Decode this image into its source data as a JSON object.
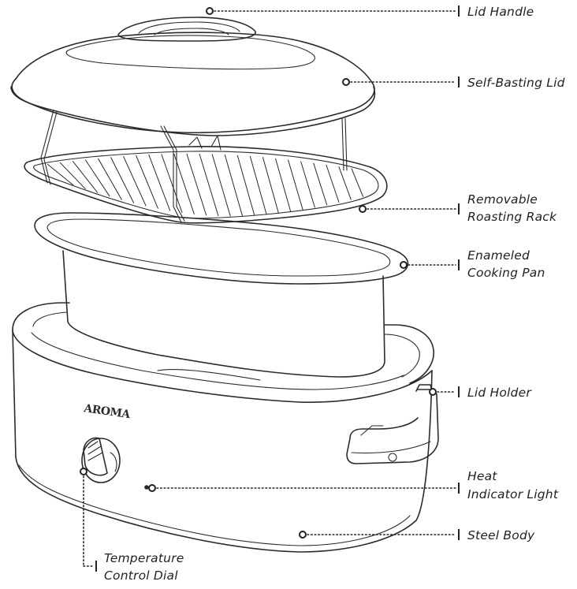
{
  "brand_logo_text": "AROMA",
  "labels": {
    "lid_handle": "Lid Handle",
    "self_basting_lid": "Self-Basting Lid",
    "removable_roasting_rack_line1": "Removable",
    "removable_roasting_rack_line2": "Roasting Rack",
    "enameled_cooking_pan_line1": "Enameled",
    "enameled_cooking_pan_line2": "Cooking Pan",
    "lid_holder": "Lid Holder",
    "heat_indicator_light_line1": "Heat",
    "heat_indicator_light_line2": "Indicator Light",
    "steel_body": "Steel Body",
    "temperature_control_dial_line1": "Temperature",
    "temperature_control_dial_line2": "Control Dial"
  }
}
